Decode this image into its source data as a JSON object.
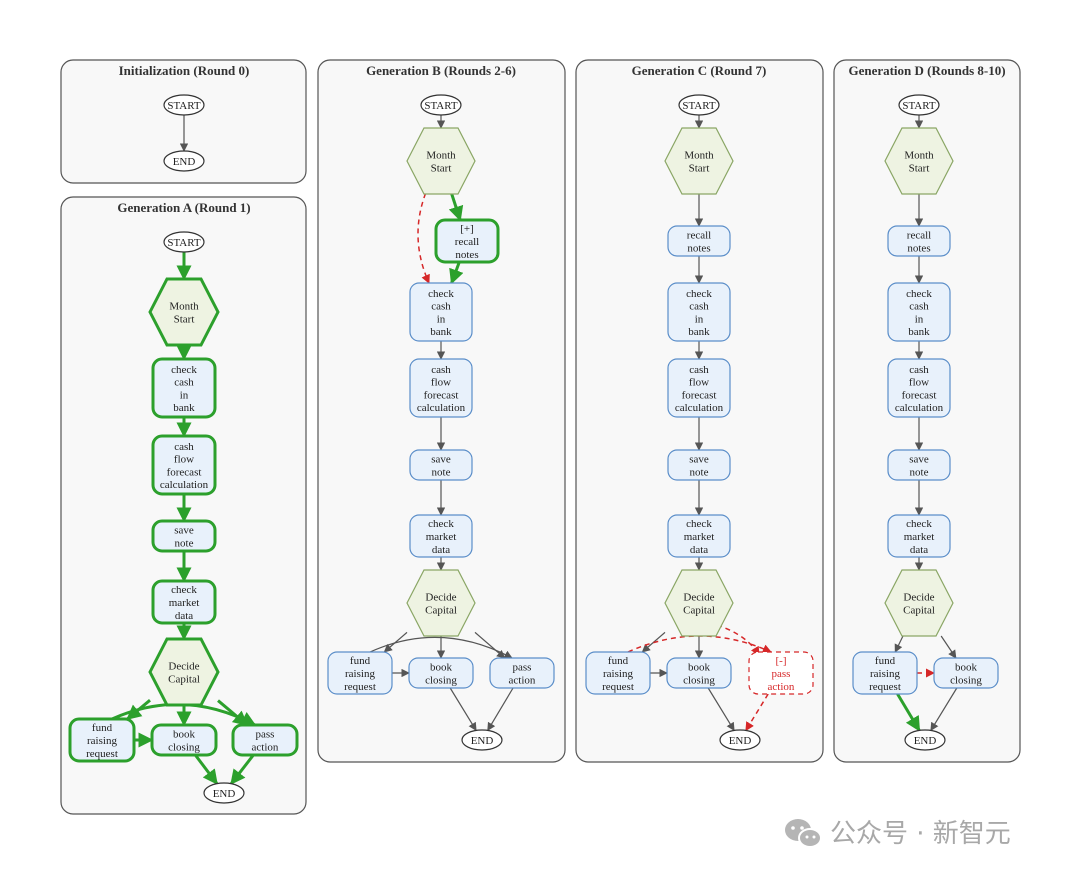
{
  "colors": {
    "panel_fill": "#f8f8f8",
    "panel_stroke": "#555555",
    "hex_fill": "#eef3e2",
    "hex_stroke": "#8aa665",
    "box_fill": "#e8f1fb",
    "box_stroke": "#5b8ec9",
    "green": "#2ca02c",
    "red": "#d62728",
    "edge": "#555555"
  },
  "watermark": {
    "text": "公众号 · 新智元",
    "icon": "wechat-icon"
  },
  "panels": [
    {
      "title": "Initialization (Round 0)",
      "nodes": [
        {
          "id": "start",
          "label": "START",
          "shape": "ellipse"
        },
        {
          "id": "end",
          "label": "END",
          "shape": "ellipse"
        }
      ],
      "edges": [
        {
          "from": "start",
          "to": "end",
          "style": "normal"
        }
      ]
    },
    {
      "title": "Generation A (Round 1)",
      "nodes": [
        {
          "id": "start",
          "label": "START",
          "shape": "ellipse"
        },
        {
          "id": "month",
          "label": "Month\nStart",
          "shape": "hexagon",
          "highlight": "green"
        },
        {
          "id": "cash",
          "label": "check\ncash\nin\nbank",
          "shape": "box",
          "highlight": "green"
        },
        {
          "id": "flow",
          "label": "cash\nflow\nforecast\ncalculation",
          "shape": "box",
          "highlight": "green"
        },
        {
          "id": "save",
          "label": "save\nnote",
          "shape": "box",
          "highlight": "green"
        },
        {
          "id": "market",
          "label": "check\nmarket\ndata",
          "shape": "box",
          "highlight": "green"
        },
        {
          "id": "decide",
          "label": "Decide\nCapital",
          "shape": "hexagon",
          "highlight": "green"
        },
        {
          "id": "fund",
          "label": "fund\nraising\nrequest",
          "shape": "box",
          "highlight": "green"
        },
        {
          "id": "book",
          "label": "book\nclosing",
          "shape": "box",
          "highlight": "green"
        },
        {
          "id": "pass",
          "label": "pass\naction",
          "shape": "box",
          "highlight": "green"
        },
        {
          "id": "end",
          "label": "END",
          "shape": "ellipse"
        }
      ],
      "edges": [
        {
          "from": "start",
          "to": "month",
          "style": "green"
        },
        {
          "from": "month",
          "to": "cash",
          "style": "green"
        },
        {
          "from": "cash",
          "to": "flow",
          "style": "green"
        },
        {
          "from": "flow",
          "to": "save",
          "style": "green"
        },
        {
          "from": "save",
          "to": "market",
          "style": "green"
        },
        {
          "from": "market",
          "to": "decide",
          "style": "green"
        },
        {
          "from": "decide",
          "to": "fund",
          "style": "green"
        },
        {
          "from": "decide",
          "to": "book",
          "style": "green"
        },
        {
          "from": "decide",
          "to": "pass",
          "style": "green"
        },
        {
          "from": "fund",
          "to": "pass",
          "style": "green"
        },
        {
          "from": "fund",
          "to": "book",
          "style": "green"
        },
        {
          "from": "book",
          "to": "end",
          "style": "green"
        },
        {
          "from": "pass",
          "to": "end",
          "style": "green"
        }
      ]
    },
    {
      "title": "Generation B (Rounds 2-6)",
      "nodes": [
        {
          "id": "start",
          "label": "START",
          "shape": "ellipse"
        },
        {
          "id": "month",
          "label": "Month\nStart",
          "shape": "hexagon"
        },
        {
          "id": "recall",
          "label": "[+]\nrecall\nnotes",
          "shape": "box",
          "highlight": "green"
        },
        {
          "id": "cash",
          "label": "check\ncash\nin\nbank",
          "shape": "box"
        },
        {
          "id": "flow",
          "label": "cash\nflow\nforecast\ncalculation",
          "shape": "box"
        },
        {
          "id": "save",
          "label": "save\nnote",
          "shape": "box"
        },
        {
          "id": "market",
          "label": "check\nmarket\ndata",
          "shape": "box"
        },
        {
          "id": "decide",
          "label": "Decide\nCapital",
          "shape": "hexagon"
        },
        {
          "id": "fund",
          "label": "fund\nraising\nrequest",
          "shape": "box"
        },
        {
          "id": "book",
          "label": "book\nclosing",
          "shape": "box"
        },
        {
          "id": "pass",
          "label": "pass\naction",
          "shape": "box"
        },
        {
          "id": "end",
          "label": "END",
          "shape": "ellipse"
        }
      ],
      "edges": [
        {
          "from": "start",
          "to": "month",
          "style": "normal"
        },
        {
          "from": "month",
          "to": "recall",
          "style": "green"
        },
        {
          "from": "recall",
          "to": "cash",
          "style": "green"
        },
        {
          "from": "month",
          "to": "cash",
          "style": "red-dashed"
        },
        {
          "from": "cash",
          "to": "flow",
          "style": "normal"
        },
        {
          "from": "flow",
          "to": "save",
          "style": "normal"
        },
        {
          "from": "save",
          "to": "market",
          "style": "normal"
        },
        {
          "from": "market",
          "to": "decide",
          "style": "normal"
        },
        {
          "from": "decide",
          "to": "fund",
          "style": "normal"
        },
        {
          "from": "decide",
          "to": "book",
          "style": "normal"
        },
        {
          "from": "decide",
          "to": "pass",
          "style": "normal"
        },
        {
          "from": "fund",
          "to": "pass",
          "style": "normal"
        },
        {
          "from": "fund",
          "to": "book",
          "style": "normal"
        },
        {
          "from": "book",
          "to": "end",
          "style": "normal"
        },
        {
          "from": "pass",
          "to": "end",
          "style": "normal"
        }
      ]
    },
    {
      "title": "Generation C (Round 7)",
      "nodes": [
        {
          "id": "start",
          "label": "START",
          "shape": "ellipse"
        },
        {
          "id": "month",
          "label": "Month\nStart",
          "shape": "hexagon"
        },
        {
          "id": "recall",
          "label": "recall\nnotes",
          "shape": "box"
        },
        {
          "id": "cash",
          "label": "check\ncash\nin\nbank",
          "shape": "box"
        },
        {
          "id": "flow",
          "label": "cash\nflow\nforecast\ncalculation",
          "shape": "box"
        },
        {
          "id": "save",
          "label": "save\nnote",
          "shape": "box"
        },
        {
          "id": "market",
          "label": "check\nmarket\ndata",
          "shape": "box"
        },
        {
          "id": "decide",
          "label": "Decide\nCapital",
          "shape": "hexagon"
        },
        {
          "id": "fund",
          "label": "fund\nraising\nrequest",
          "shape": "box"
        },
        {
          "id": "book",
          "label": "book\nclosing",
          "shape": "box"
        },
        {
          "id": "pass",
          "label": "[-]\npass\naction",
          "shape": "box",
          "highlight": "red-dashed"
        },
        {
          "id": "end",
          "label": "END",
          "shape": "ellipse"
        }
      ],
      "edges": [
        {
          "from": "start",
          "to": "month",
          "style": "normal"
        },
        {
          "from": "month",
          "to": "recall",
          "style": "normal"
        },
        {
          "from": "recall",
          "to": "cash",
          "style": "normal"
        },
        {
          "from": "cash",
          "to": "flow",
          "style": "normal"
        },
        {
          "from": "flow",
          "to": "save",
          "style": "normal"
        },
        {
          "from": "save",
          "to": "market",
          "style": "normal"
        },
        {
          "from": "market",
          "to": "decide",
          "style": "normal"
        },
        {
          "from": "decide",
          "to": "fund",
          "style": "normal"
        },
        {
          "from": "decide",
          "to": "book",
          "style": "normal"
        },
        {
          "from": "decide",
          "to": "pass",
          "style": "red-dashed"
        },
        {
          "from": "fund",
          "to": "pass",
          "style": "red-dashed"
        },
        {
          "from": "fund",
          "to": "book",
          "style": "normal"
        },
        {
          "from": "book",
          "to": "end",
          "style": "normal"
        },
        {
          "from": "pass",
          "to": "end",
          "style": "red-dashed"
        }
      ]
    },
    {
      "title": "Generation D (Rounds 8-10)",
      "nodes": [
        {
          "id": "start",
          "label": "START",
          "shape": "ellipse"
        },
        {
          "id": "month",
          "label": "Month\nStart",
          "shape": "hexagon"
        },
        {
          "id": "recall",
          "label": "recall\nnotes",
          "shape": "box"
        },
        {
          "id": "cash",
          "label": "check\ncash\nin\nbank",
          "shape": "box"
        },
        {
          "id": "flow",
          "label": "cash\nflow\nforecast\ncalculation",
          "shape": "box"
        },
        {
          "id": "save",
          "label": "save\nnote",
          "shape": "box"
        },
        {
          "id": "market",
          "label": "check\nmarket\ndata",
          "shape": "box"
        },
        {
          "id": "decide",
          "label": "Decide\nCapital",
          "shape": "hexagon"
        },
        {
          "id": "fund",
          "label": "fund\nraising\nrequest",
          "shape": "box"
        },
        {
          "id": "book",
          "label": "book\nclosing",
          "shape": "box"
        },
        {
          "id": "end",
          "label": "END",
          "shape": "ellipse"
        }
      ],
      "edges": [
        {
          "from": "start",
          "to": "month",
          "style": "normal"
        },
        {
          "from": "month",
          "to": "recall",
          "style": "normal"
        },
        {
          "from": "recall",
          "to": "cash",
          "style": "normal"
        },
        {
          "from": "cash",
          "to": "flow",
          "style": "normal"
        },
        {
          "from": "flow",
          "to": "save",
          "style": "normal"
        },
        {
          "from": "save",
          "to": "market",
          "style": "normal"
        },
        {
          "from": "market",
          "to": "decide",
          "style": "normal"
        },
        {
          "from": "decide",
          "to": "fund",
          "style": "normal"
        },
        {
          "from": "decide",
          "to": "book",
          "style": "normal"
        },
        {
          "from": "fund",
          "to": "book",
          "style": "red-dashed"
        },
        {
          "from": "fund",
          "to": "end",
          "style": "green"
        },
        {
          "from": "book",
          "to": "end",
          "style": "normal"
        }
      ]
    }
  ]
}
